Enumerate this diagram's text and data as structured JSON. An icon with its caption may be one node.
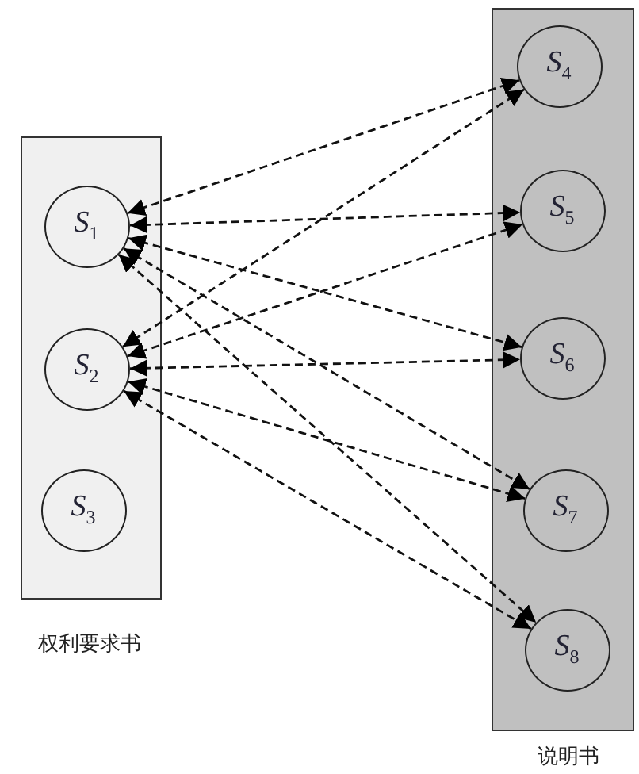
{
  "diagram": {
    "nodes": [
      {
        "text": [
          "权利要求书"
        ]
      },
      {
        "text": [
          "说明书"
        ]
      },
      {
        "text": [
          "S$_{1}$"
        ],
        "in": 0
      },
      {
        "text": [
          "S$_{2}$"
        ],
        "in": 0
      },
      {
        "text": [
          "S$_{3}$"
        ],
        "in": 0
      },
      {
        "text": [
          "S$_{4}$"
        ],
        "in": 1
      },
      {
        "text": [
          "S$_{5}$"
        ],
        "in": 1
      },
      {
        "text": [
          "S$_{6}$"
        ],
        "in": 1
      },
      {
        "text": [
          "S$_{7}$"
        ],
        "in": 1
      },
      {
        "text": [
          "S$_{8}$"
        ],
        "in": 1
      }
    ],
    "edges": [
      {
        "from": 2,
        "to": 5,
        "arrow": "both",
        "style": "dashed"
      },
      {
        "from": 2,
        "to": 6,
        "arrow": "both",
        "style": "dashed"
      },
      {
        "from": 2,
        "to": 7,
        "arrow": "both",
        "style": "dashed"
      },
      {
        "from": 2,
        "to": 8,
        "arrow": "both",
        "style": "dashed"
      },
      {
        "from": 2,
        "to": 9,
        "arrow": "both",
        "style": "dashed"
      },
      {
        "from": 3,
        "to": 5,
        "arrow": "both",
        "style": "dashed"
      },
      {
        "from": 3,
        "to": 6,
        "arrow": "both",
        "style": "dashed"
      },
      {
        "from": 3,
        "to": 7,
        "arrow": "both",
        "style": "dashed"
      },
      {
        "from": 3,
        "to": 8,
        "arrow": "both",
        "style": "dashed"
      },
      {
        "from": 3,
        "to": 9,
        "arrow": "both",
        "style": "dashed"
      }
    ]
  }
}
